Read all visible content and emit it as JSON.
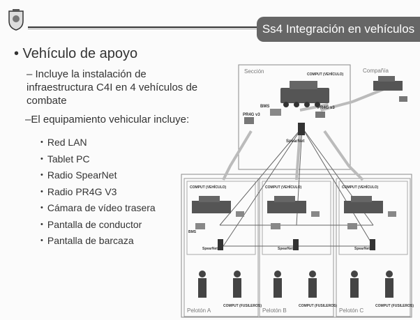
{
  "header": {
    "banner": "Ss4 Integración en vehículos"
  },
  "content": {
    "title": "• Vehículo de apoyo",
    "item1": "– Incluye la instalación de infraestructura C4I en 4 vehículos de combate",
    "item2": "–El equipamiento vehicular incluye:",
    "equipment": [
      "Red LAN",
      "Tablet PC",
      "Radio SpearNet",
      "Radio PR4G V3",
      "Cámara de vídeo trasera",
      "Pantalla de conductor",
      "Pantalla de barcaza"
    ]
  },
  "diagram": {
    "seccion": "Sección",
    "compania": "Compañía",
    "comput_veh": "COMPUT (VEHÍCULO)",
    "bms": "BMS",
    "pr4g": "PR4G v3",
    "spearnet": "SpearNet",
    "comput_fus": "COMPUT (FUSILEROS)",
    "peloton_a": "Pelotón A",
    "peloton_b": "Pelotón B",
    "peloton_c": "Pelotón C"
  }
}
